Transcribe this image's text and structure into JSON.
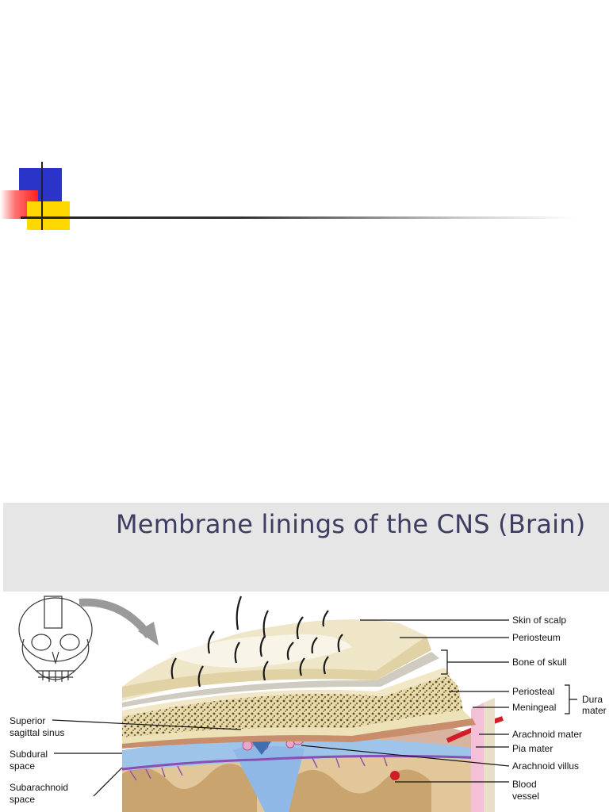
{
  "figure": {
    "title": "Membrane linings of the CNS (Brain)",
    "labels_right": {
      "skin_of_scalp": "Skin of scalp",
      "periosteum": "Periosteum",
      "bone_of_skull": "Bone of skull",
      "periosteal": "Periosteal",
      "meningeal": "Meningeal",
      "dura_mater_line1": "Dura",
      "dura_mater_line2": "mater",
      "arachnoid_mater": "Arachnoid mater",
      "pia_mater": "Pia mater",
      "arachnoid_villus": "Arachnoid villus",
      "blood_vessel_line1": "Blood",
      "blood_vessel_line2": "vessel"
    },
    "labels_left": {
      "superior_line1": "Superior",
      "superior_line2": "sagittal sinus",
      "subdural_line1": "Subdural",
      "subdural_line2": "space",
      "subarachnoid_line1": "Subarachnoid",
      "subarachnoid_line2": "space"
    }
  }
}
